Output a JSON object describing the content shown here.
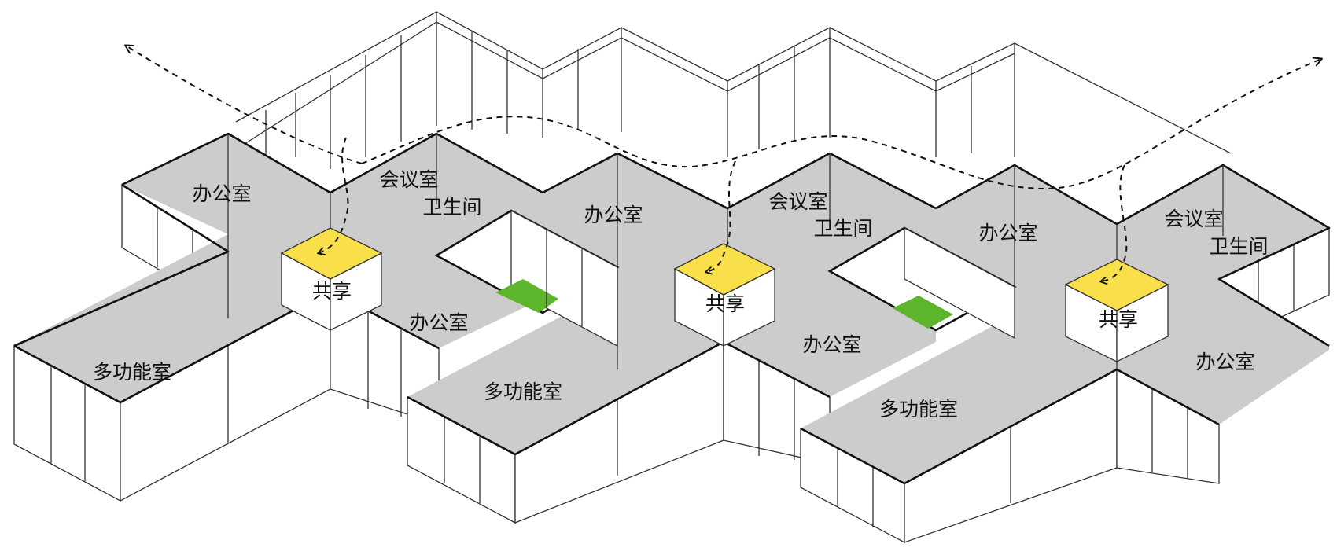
{
  "colors": {
    "floor": "#cccccc",
    "shared_pad": "#f9e04b",
    "courtyard_green": "#5cb52a",
    "wall": "#ffffff",
    "line": "#222222"
  },
  "labels": {
    "office": "办公室",
    "meeting": "会议室",
    "restroom": "卫生间",
    "shared": "共享",
    "multi": "多功能室"
  }
}
